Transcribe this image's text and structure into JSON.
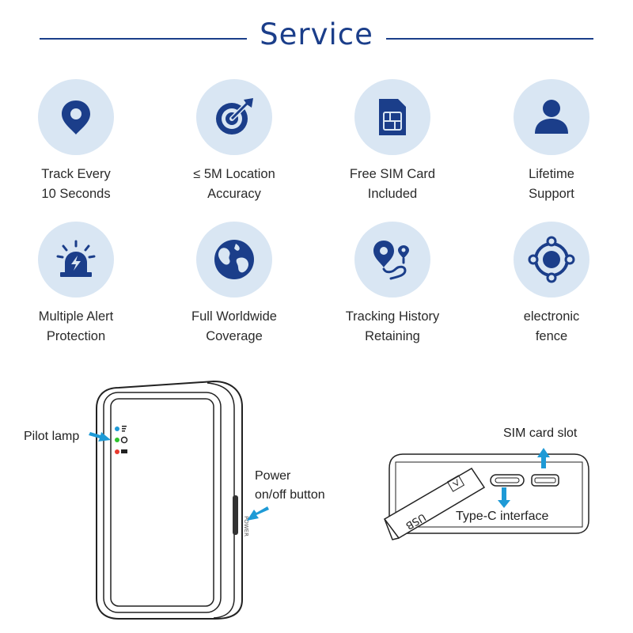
{
  "title": "Service",
  "features": [
    {
      "icon": "location-pin-icon",
      "line1": "Track Every",
      "line2": "10 Seconds"
    },
    {
      "icon": "target-icon",
      "line1": "≤ 5M Location",
      "line2": "Accuracy"
    },
    {
      "icon": "sim-card-icon",
      "line1": "Free SIM Card",
      "line2": "Included"
    },
    {
      "icon": "person-icon",
      "line1": "Lifetime",
      "line2": "Support"
    },
    {
      "icon": "alarm-light-icon",
      "line1": "Multiple Alert",
      "line2": "Protection"
    },
    {
      "icon": "globe-icon",
      "line1": "Full Worldwide",
      "line2": "Coverage"
    },
    {
      "icon": "route-icon",
      "line1": "Tracking History",
      "line2": "Retaining"
    },
    {
      "icon": "geofence-icon",
      "line1": "electronic",
      "line2": "fence"
    }
  ],
  "device": {
    "pilot_lamp": "Pilot lamp",
    "power_line1": "Power",
    "power_line2": "on/off button",
    "sim_slot": "SIM card slot",
    "type_c": "Type-C interface",
    "usb_text": "USB"
  },
  "colors": {
    "brand": "#1b3e8a",
    "circle": "#d9e6f3",
    "arrow": "#1e9ad6"
  }
}
